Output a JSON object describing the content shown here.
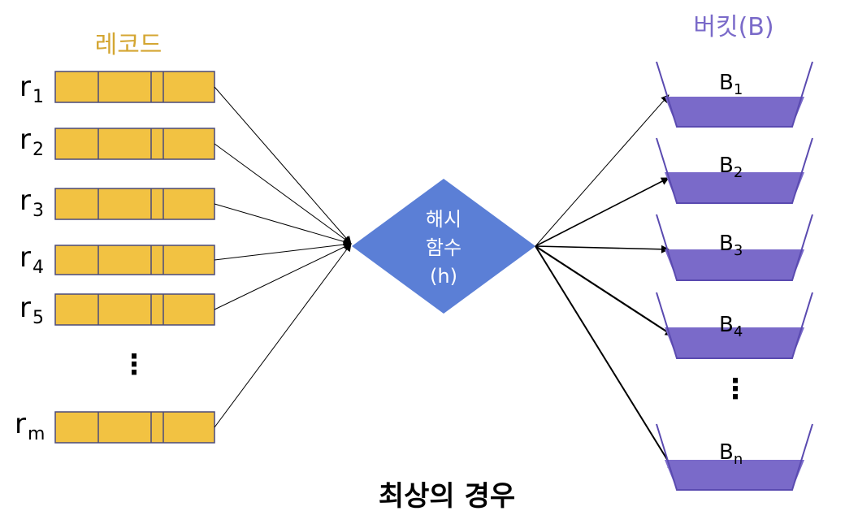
{
  "titles": {
    "records": "레코드",
    "buckets": "버킷(B)"
  },
  "records": [
    {
      "base": "r",
      "sub": "1"
    },
    {
      "base": "r",
      "sub": "2"
    },
    {
      "base": "r",
      "sub": "3"
    },
    {
      "base": "r",
      "sub": "4"
    },
    {
      "base": "r",
      "sub": "5"
    },
    {
      "base": "r",
      "sub": "m"
    }
  ],
  "records_ellipsis": "⋮",
  "hash_function": {
    "line1": "해시",
    "line2": "함수",
    "line3": "(h)"
  },
  "buckets": [
    {
      "base": "B",
      "sub": "1"
    },
    {
      "base": "B",
      "sub": "2"
    },
    {
      "base": "B",
      "sub": "3"
    },
    {
      "base": "B",
      "sub": "4"
    },
    {
      "base": "B",
      "sub": "n"
    }
  ],
  "buckets_ellipsis": "⋮",
  "caption": "최상의 경우",
  "colors": {
    "record_fill": "#f2c242",
    "record_stroke": "#4a4a7a",
    "hash_fill": "#5b7fd6",
    "bucket_fill": "#7a6ac9",
    "bucket_stroke": "#5a4ab0",
    "records_title": "#d4a632",
    "buckets_title": "#7a6ac9"
  }
}
